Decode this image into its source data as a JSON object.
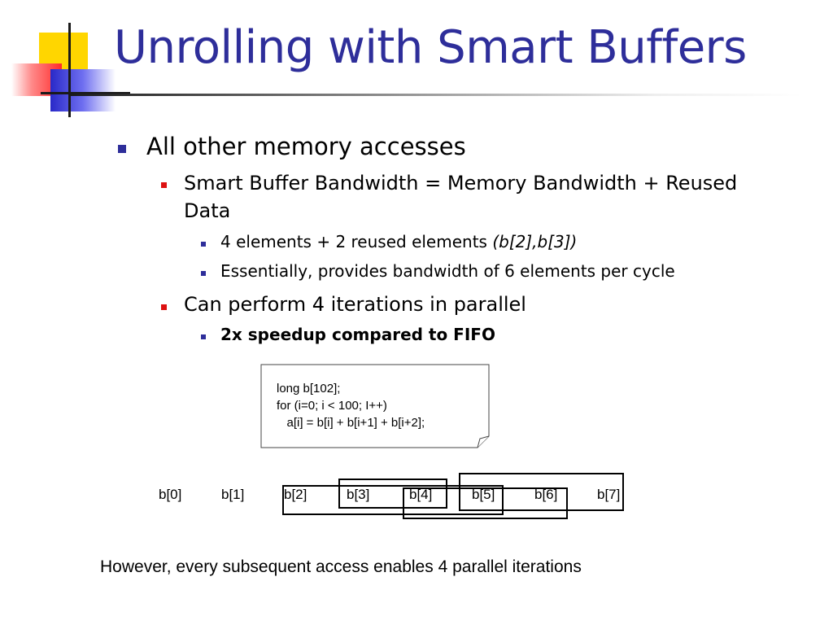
{
  "title": "Unrolling with Smart Buffers",
  "bullets": {
    "l1": "All other memory accesses",
    "l2a": "Smart Buffer Bandwidth = Memory Bandwidth + Reused Data",
    "l3a_text": "4 elements + 2 reused elements ",
    "l3a_ital": "(b[2],b[3])",
    "l3b": "Essentially, provides bandwidth of 6 elements per cycle",
    "l2b": "Can perform 4 iterations in parallel",
    "l3c": "2x speedup compared to FIFO"
  },
  "code": {
    "line1": "long b[102];",
    "line2": "for (i=0; i < 100; I++)",
    "line3": "   a[i] = b[i] + b[i+1] + b[i+2];"
  },
  "buffer_cells": [
    "b[0]",
    "b[1]",
    "b[2]",
    "b[3]",
    "b[4]",
    "b[5]",
    "b[6]",
    "b[7]"
  ],
  "footer": "However, every subsequent access enables 4 parallel iterations",
  "colors": {
    "title": "#2e2e9a",
    "bullet_l1": "#2e2e9a",
    "bullet_l2": "#dd1111",
    "bullet_l3": "#2e2e9a"
  }
}
